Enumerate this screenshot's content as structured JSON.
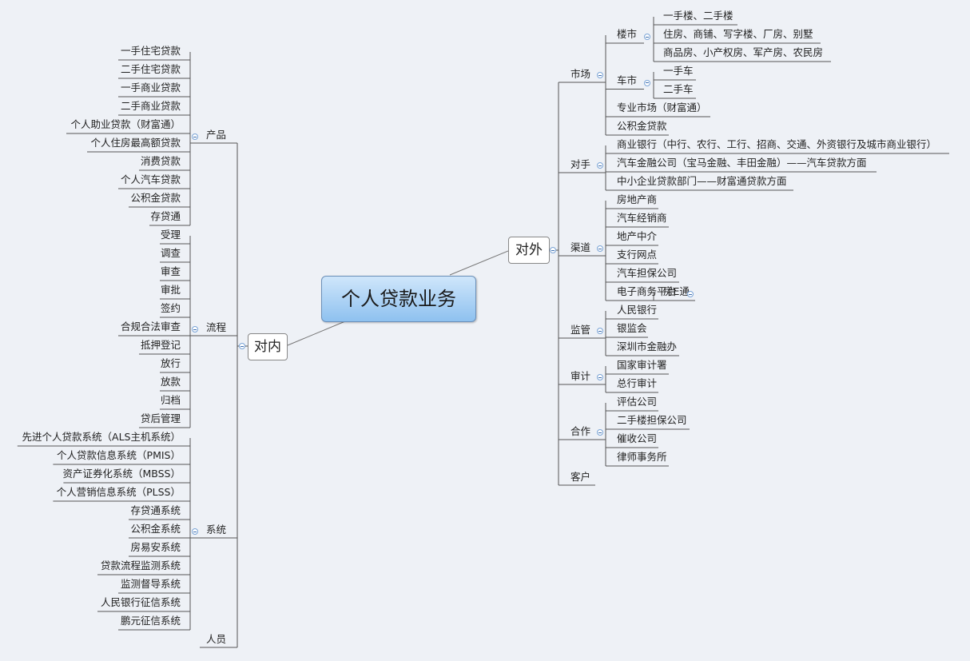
{
  "root": "个人贷款业务",
  "left": {
    "label": "对内",
    "groups": [
      {
        "label": "产品",
        "items": [
          "一手住宅贷款",
          "二手住宅贷款",
          "一手商业贷款",
          "二手商业贷款",
          "个人助业贷款（财富通）",
          "个人住房最高额贷款",
          "消费贷款",
          "个人汽车贷款",
          "公积金贷款",
          "存贷通"
        ]
      },
      {
        "label": "流程",
        "items": [
          "受理",
          "调查",
          "审查",
          "审批",
          "签约",
          "合规合法审查",
          "抵押登记",
          "放行",
          "放款",
          "归档",
          "贷后管理"
        ]
      },
      {
        "label": "系统",
        "items": [
          "先进个人贷款系统（ALS主机系统）",
          "个人贷款信息系统（PMIS）",
          "资产证券化系统（MBSS）",
          "个人营销信息系统（PLSS）",
          "存贷通系统",
          "公积金系统",
          "房易安系统",
          "贷款流程监测系统",
          "监测督导系统",
          "人民银行征信系统",
          "鹏元征信系统"
        ]
      },
      {
        "label": "人员",
        "items": []
      }
    ]
  },
  "right": {
    "label": "对外",
    "groups": [
      {
        "label": "市场",
        "items": [
          {
            "label": "楼市",
            "children": [
              "一手楼、二手楼",
              "住房、商铺、写字楼、厂房、别墅",
              "商品房、小产权房、军产房、农民房"
            ]
          },
          {
            "label": "车市",
            "children": [
              "一手车",
              "二手车"
            ]
          },
          {
            "label": "专业市场（财富通）"
          },
          {
            "label": "公积金贷款"
          }
        ]
      },
      {
        "label": "对手",
        "items": [
          {
            "label": "商业银行（中行、农行、工行、招商、交通、外资银行及城市商业银行）"
          },
          {
            "label": "汽车金融公司（宝马金融、丰田金融）——汽车贷款方面"
          },
          {
            "label": "中小企业贷款部门——财富通贷款方面"
          }
        ]
      },
      {
        "label": "渠道",
        "items": [
          {
            "label": "房地产商"
          },
          {
            "label": "汽车经销商"
          },
          {
            "label": "地产中介"
          },
          {
            "label": "支行网点"
          },
          {
            "label": "汽车担保公司"
          },
          {
            "label": "电子商务平台",
            "children": [
              "房E通"
            ]
          }
        ]
      },
      {
        "label": "监管",
        "items": [
          {
            "label": "人民银行"
          },
          {
            "label": "银监会"
          },
          {
            "label": "深圳市金融办"
          }
        ]
      },
      {
        "label": "审计",
        "items": [
          {
            "label": "国家审计署"
          },
          {
            "label": "总行审计"
          }
        ]
      },
      {
        "label": "合作",
        "items": [
          {
            "label": "评估公司"
          },
          {
            "label": "二手楼担保公司"
          },
          {
            "label": "催收公司"
          },
          {
            "label": "律师事务所"
          }
        ]
      },
      {
        "label": "客户",
        "items": []
      }
    ]
  }
}
